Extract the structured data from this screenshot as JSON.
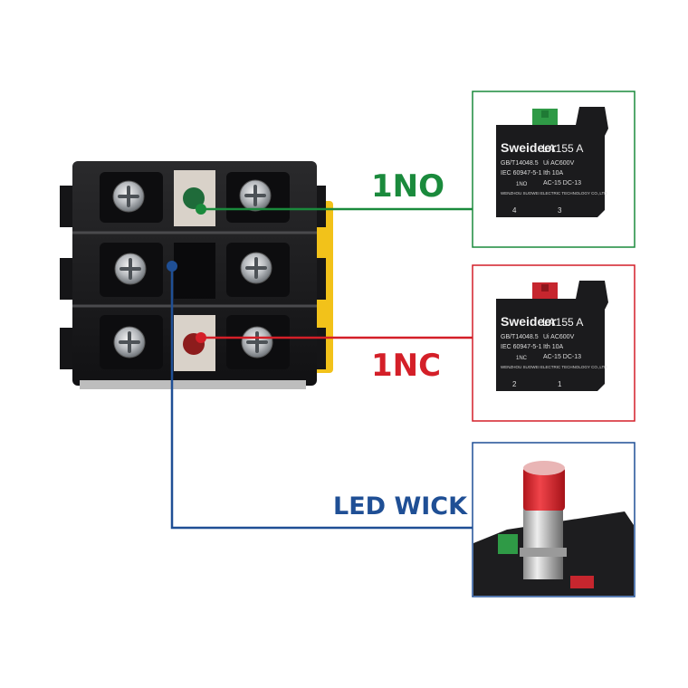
{
  "labels": {
    "no": "1NO",
    "nc": "1NC",
    "led": "LED WICK"
  },
  "module_no": {
    "brand": "Sweideer",
    "model": "LA155 A",
    "std1": "GB/T14048.5",
    "std2": "IEC 60947-5-1",
    "ui": "Ui AC600V",
    "ith": "Ith 10A",
    "ac": "AC-15  DC-13",
    "contact": "1NO",
    "term_left": "4",
    "term_right": "3",
    "maker": "WENZHOU SUOWEI ELECTRIC TECHNOLOGY CO.,LTD"
  },
  "module_nc": {
    "brand": "Sweideer",
    "model": "LA155 A",
    "std1": "GB/T14048.5",
    "std2": "IEC 60947-5-1",
    "ui": "Ui AC600V",
    "ith": "Ith 10A",
    "ac": "AC-15  DC-13",
    "contact": "1NC",
    "term_left": "2",
    "term_right": "1",
    "maker": "WENZHOU SUOWEI ELECTRIC TECHNOLOGY CO.,LTD"
  },
  "colors": {
    "no": "#1a8a3c",
    "nc": "#d41f28",
    "led": "#1f4f95",
    "housing": "#1c1c1e",
    "yellow": "#f2c21a"
  }
}
